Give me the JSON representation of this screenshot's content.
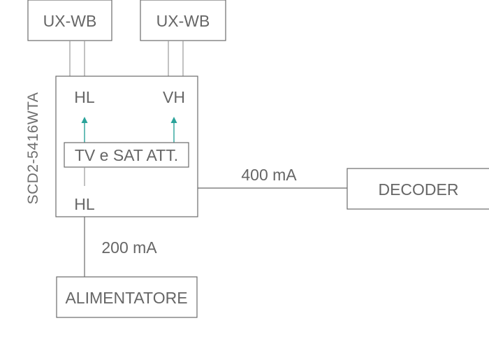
{
  "diagram": {
    "lnb_left_label": "UX-WB",
    "lnb_right_label": "UX-WB",
    "multiswitch_model": "SCD2-5416WTA",
    "port_hl_top": "HL",
    "port_vh_top": "VH",
    "attenuator_label": "TV e SAT ATT.",
    "port_hl_bottom": "HL",
    "decoder_label": "DECODER",
    "decoder_current": "400 mA",
    "power_supply_label": "ALIMENTATORE",
    "power_supply_current": "200 mA"
  },
  "colors": {
    "line": "#6b6b6b",
    "text": "#666666",
    "arrow": "#2aa39a"
  }
}
